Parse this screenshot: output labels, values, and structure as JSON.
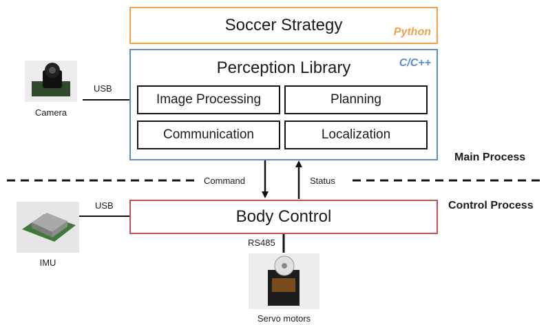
{
  "strategy": {
    "title": "Soccer Strategy",
    "lang": "Python"
  },
  "perception": {
    "title": "Perception Library",
    "lang": "C/C++",
    "modules": [
      "Image Processing",
      "Planning",
      "Communication",
      "Localization"
    ]
  },
  "body_control": {
    "title": "Body Control"
  },
  "devices": {
    "camera": {
      "label": "Camera",
      "link": "USB"
    },
    "imu": {
      "label": "IMU",
      "link": "USB"
    },
    "servo": {
      "label": "Servo motors",
      "link": "RS485"
    }
  },
  "arrows": {
    "command": "Command",
    "status": "Status"
  },
  "processes": {
    "main": "Main Process",
    "control": "Control Process"
  },
  "colors": {
    "python": "#F0A04B",
    "cpp": "#5B8BC9",
    "body": "#C0504D"
  }
}
